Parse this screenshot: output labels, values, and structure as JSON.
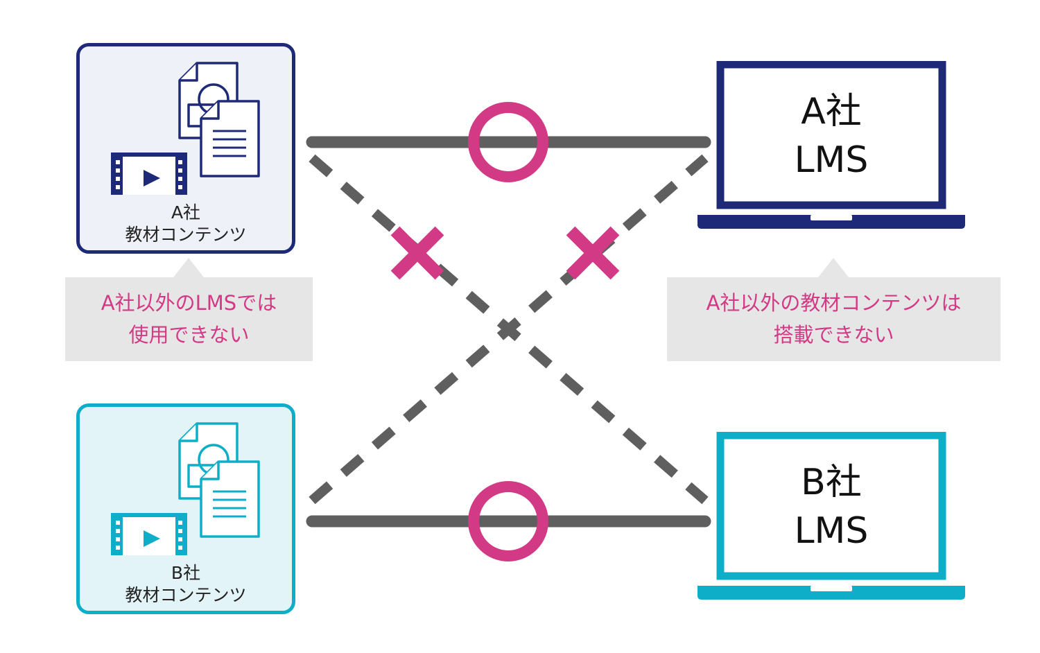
{
  "colors": {
    "company_a": "#1e2a78",
    "company_b": "#0eaec8",
    "accent_pink": "#d23a85",
    "line_gray": "#5f5f5f",
    "callout_bg": "#e6e6e6"
  },
  "content_a": {
    "line1": "A社",
    "line2": "教材コンテンツ",
    "icons": [
      "document-icon",
      "video-icon"
    ]
  },
  "content_b": {
    "line1": "B社",
    "line2": "教材コンテンツ",
    "icons": [
      "document-icon",
      "video-icon"
    ]
  },
  "lms_a": {
    "line1": "A社",
    "line2": "LMS",
    "icon": "laptop-icon"
  },
  "lms_b": {
    "line1": "B社",
    "line2": "LMS",
    "icon": "laptop-icon"
  },
  "connections": [
    {
      "from": "A社 教材コンテンツ",
      "to": "A社 LMS",
      "style": "solid",
      "mark": "circle-ok"
    },
    {
      "from": "B社 教材コンテンツ",
      "to": "B社 LMS",
      "style": "solid",
      "mark": "circle-ok"
    },
    {
      "from": "A社 教材コンテンツ",
      "to": "B社 LMS",
      "style": "dashed",
      "mark": "cross-ng"
    },
    {
      "from": "B社 教材コンテンツ",
      "to": "A社 LMS",
      "style": "dashed",
      "mark": "cross-ng"
    }
  ],
  "callout_left": {
    "line1": "A社以外のLMSでは",
    "line2": "使用できない"
  },
  "callout_right": {
    "line1": "A社以外の教材コンテンツは",
    "line2": "搭載できない"
  }
}
